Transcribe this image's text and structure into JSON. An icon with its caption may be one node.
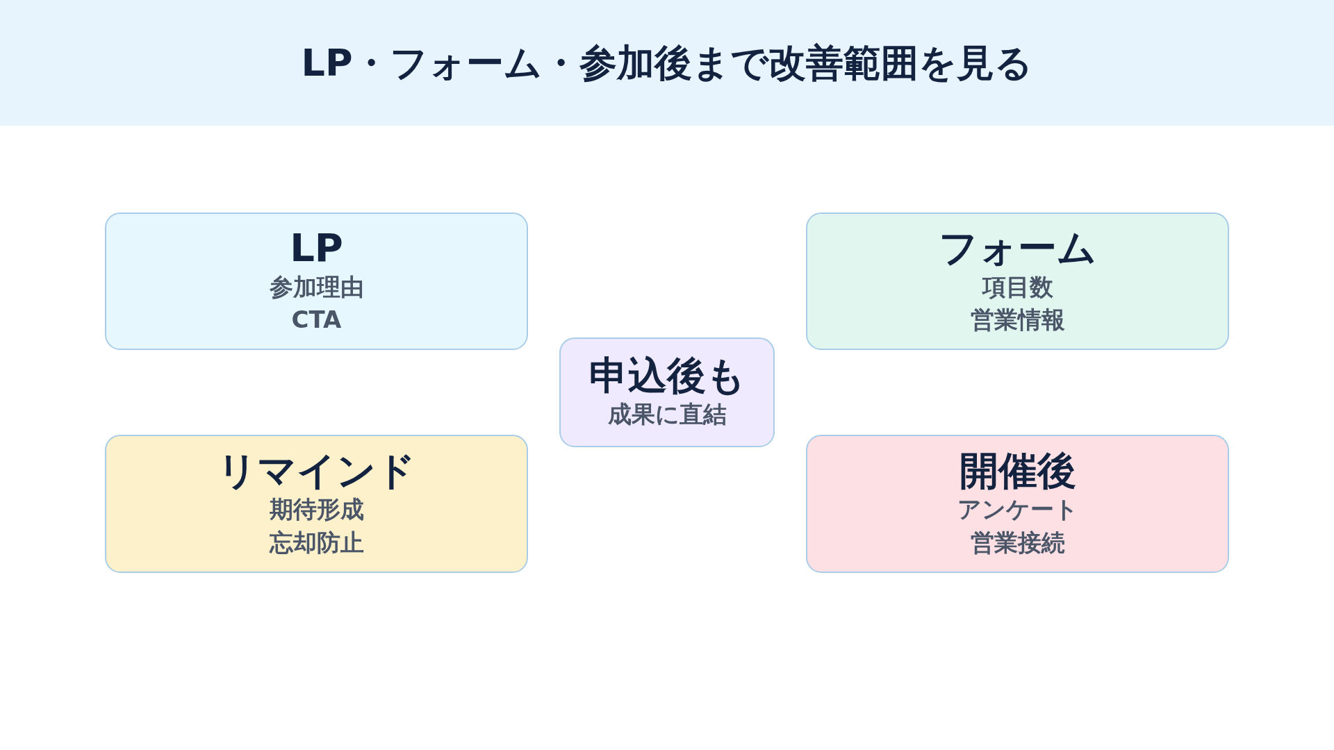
{
  "diagram": {
    "title": "LP・フォーム・参加後まで改善範囲を見る",
    "nodes": [
      {
        "text": [
          "LP",
          "参加理由",
          "CTA"
        ]
      },
      {
        "text": [
          "フォーム",
          "項目数",
          "営業情報"
        ]
      },
      {
        "text": [
          "申込後も",
          "成果に直結"
        ]
      },
      {
        "text": [
          "リマインド",
          "期待形成",
          "忘却防止"
        ]
      },
      {
        "text": [
          "開催後",
          "アンケート",
          "営業接続"
        ]
      }
    ]
  }
}
